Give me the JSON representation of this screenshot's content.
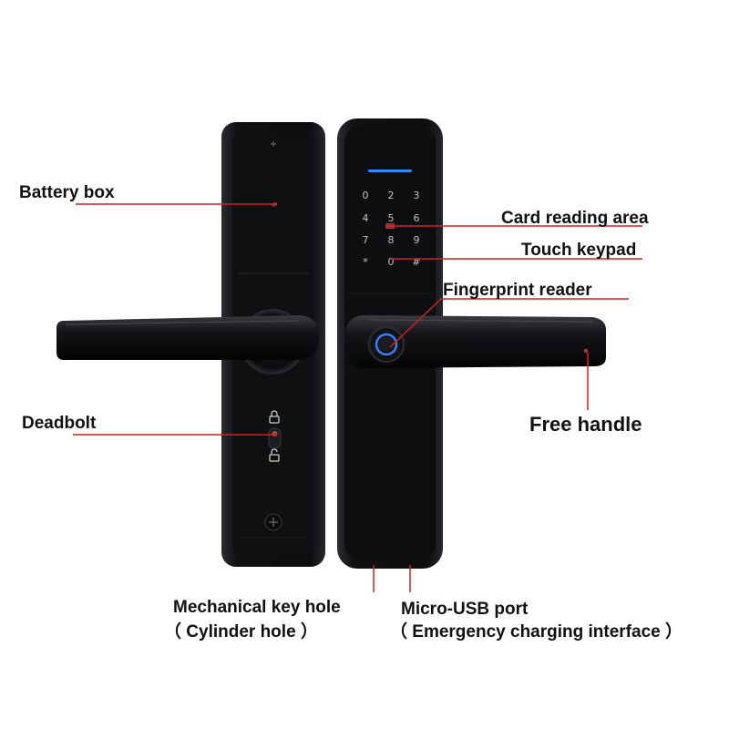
{
  "labels": {
    "battery_box": "Battery box",
    "card_reading_area": "Card reading area",
    "touch_keypad": "Touch keypad",
    "fingerprint_reader": "Fingerprint reader",
    "free_handle": "Free handle",
    "deadbolt": "Deadbolt",
    "mechanical_key_hole": "Mechanical key hole",
    "cylinder_hole": "（ Cylinder hole ）",
    "micro_usb_port": "Micro-USB port",
    "emergency_charging": "（ Emergency charging interface ）"
  },
  "keypad": {
    "keys": [
      "0",
      "2",
      "3",
      "4",
      "5",
      "6",
      "7",
      "8",
      "9",
      "*",
      "0",
      "#"
    ]
  },
  "colors": {
    "leader_line": "#d42020",
    "lock_body": "#101113",
    "indicator": "#2e8bff",
    "fingerprint_ring": "#3b7dff"
  },
  "icons": [
    "lock-icon",
    "unlock-icon",
    "screw-icon",
    "fingerprint-icon"
  ]
}
